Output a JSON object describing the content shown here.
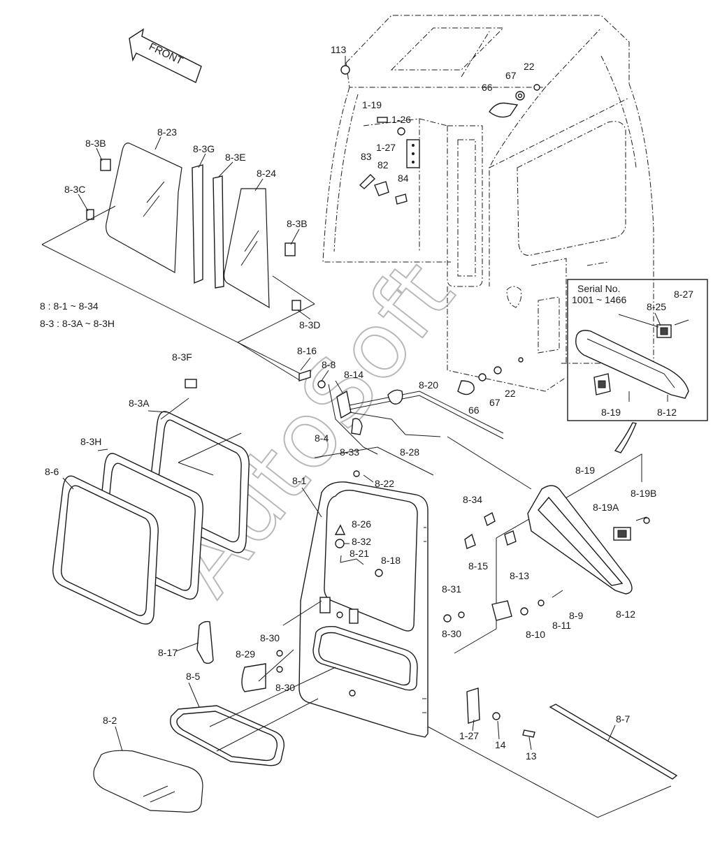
{
  "front_arrow_text": "FRONT",
  "watermark": "AutoSoft",
  "notes": {
    "line1": "8 : 8-1 ~ 8-34",
    "line2": "8-3 : 8-3A ~ 8-3H"
  },
  "inset": {
    "title": "Serial No.",
    "range": "1001 ~ 1466",
    "labels": [
      "8-27",
      "8-25",
      "8-19",
      "8-12"
    ]
  },
  "labels": [
    "113",
    "67",
    "22",
    "66",
    "1-19",
    "1-26",
    "1-27",
    "83",
    "82",
    "84",
    "8-23",
    "8-3B",
    "8-3C",
    "8-3G",
    "8-3E",
    "8-24",
    "8-3B",
    "8-3D",
    "8-16",
    "8-8",
    "8-14",
    "8-20",
    "66",
    "67",
    "22",
    "8-4",
    "8-33",
    "8-28",
    "8-3F",
    "8-3A",
    "8-3H",
    "8-6",
    "8-1",
    "8-22",
    "8-26",
    "8-32",
    "8-21",
    "8-18",
    "8-34",
    "8-15",
    "8-19",
    "8-19B",
    "8-19A",
    "8-13",
    "8-12",
    "8-9",
    "8-11",
    "8-10",
    "8-31",
    "8-30",
    "8-17",
    "8-30",
    "8-29",
    "8-30",
    "8-5",
    "8-2",
    "1-27",
    "14",
    "13",
    "8-7"
  ]
}
